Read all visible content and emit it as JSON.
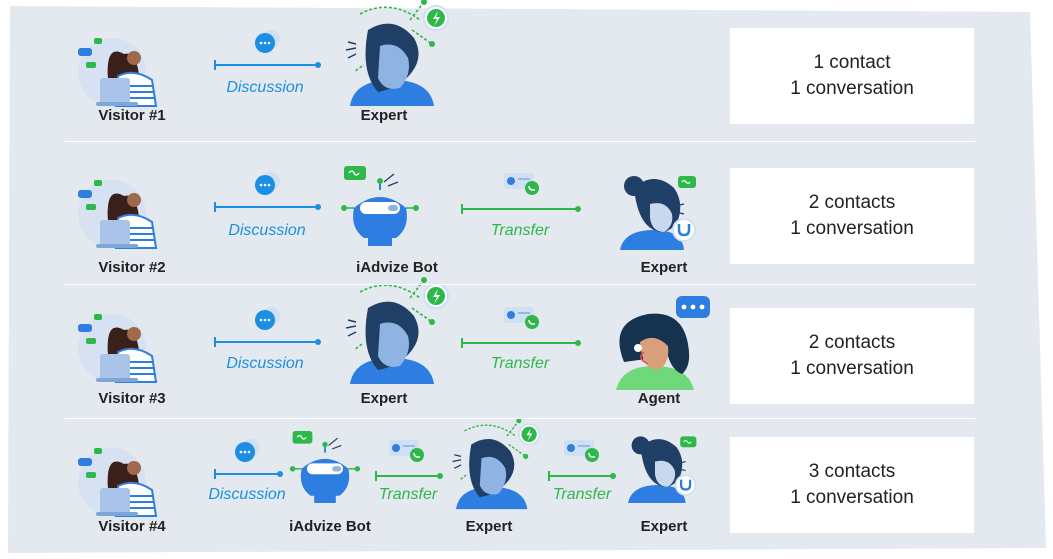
{
  "rows": [
    {
      "visitor": "Visitor #1",
      "links": [
        "Discussion"
      ],
      "roles": [
        "Expert"
      ],
      "summary": {
        "contacts": "1 contact",
        "conversations": "1 conversation"
      }
    },
    {
      "visitor": "Visitor #2",
      "links": [
        "Discussion",
        "Transfer"
      ],
      "roles": [
        "iAdvize Bot",
        "Expert"
      ],
      "summary": {
        "contacts": "2 contacts",
        "conversations": "1 conversation"
      }
    },
    {
      "visitor": "Visitor #3",
      "links": [
        "Discussion",
        "Transfer"
      ],
      "roles": [
        "Expert",
        "Agent"
      ],
      "summary": {
        "contacts": "2 contacts",
        "conversations": "1 conversation"
      }
    },
    {
      "visitor": "Visitor #4",
      "links": [
        "Discussion",
        "Transfer",
        "Transfer"
      ],
      "roles": [
        "iAdvize Bot",
        "Expert",
        "Expert"
      ],
      "summary": {
        "contacts": "3 contacts",
        "conversations": "1 conversation"
      }
    }
  ],
  "colors": {
    "panel": "#e4e8ef",
    "discussion": "#1a8fe3",
    "transfer": "#2fb84a",
    "expert": "#2e7de0",
    "hair": "#1f3f66"
  }
}
